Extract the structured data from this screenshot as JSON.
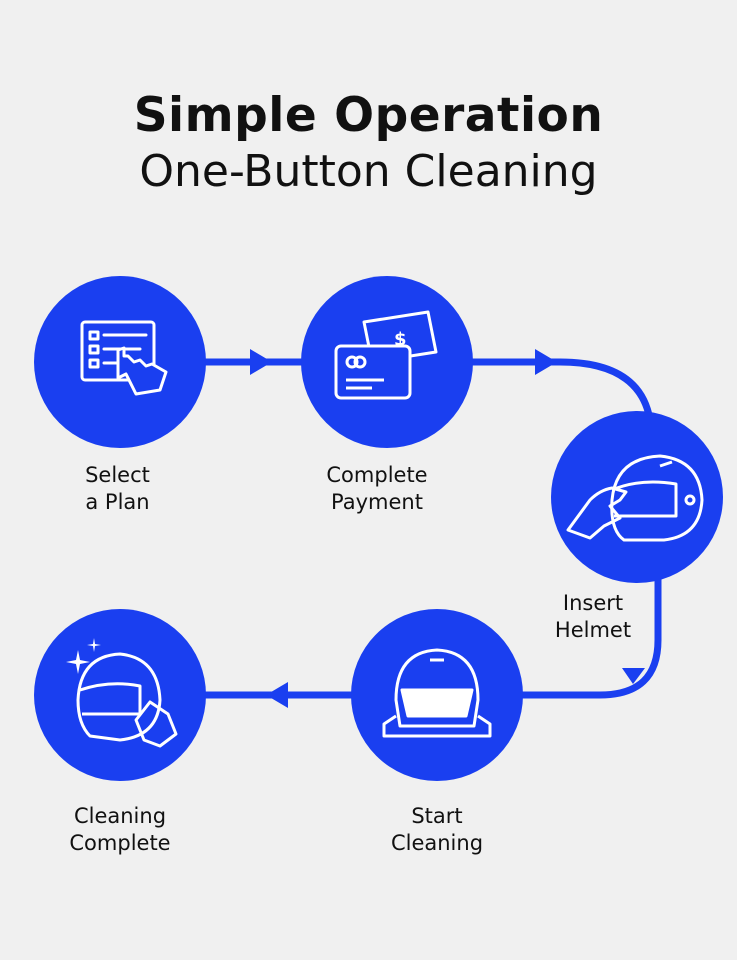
{
  "title": "Simple Operation",
  "subtitle": "One-Button Cleaning",
  "colors": {
    "accent": "#1a3ff0",
    "background": "#f0f0f0",
    "text": "#111111"
  },
  "steps": [
    {
      "line1": "Select",
      "line2": "a Plan",
      "icon": "touch-menu-icon"
    },
    {
      "line1": "Complete",
      "line2": "Payment",
      "icon": "card-cash-icon"
    },
    {
      "line1": "Insert",
      "line2": "Helmet",
      "icon": "hand-insert-helmet-icon"
    },
    {
      "line1": "Start",
      "line2": "Cleaning",
      "icon": "helmet-front-icon"
    },
    {
      "line1": "Cleaning",
      "line2": "Complete",
      "icon": "sparkle-helmet-icon"
    }
  ]
}
